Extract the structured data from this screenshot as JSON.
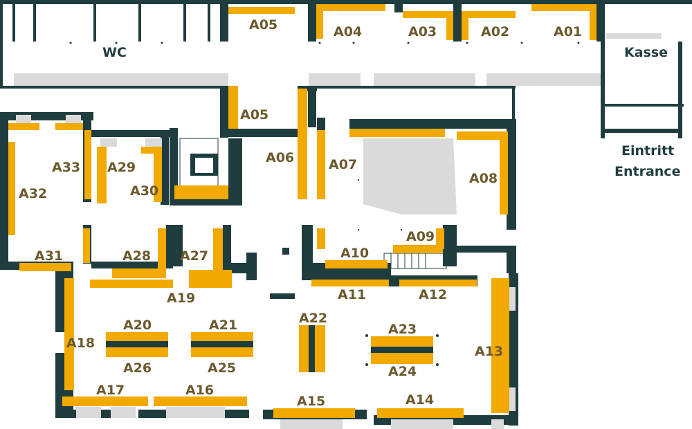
{
  "map": {
    "colors": {
      "wall": "#1f3d3f",
      "booth": "#f2a900",
      "floor": "#ffffff",
      "panel": "#dadada",
      "booth_label": "#6b5a2e",
      "facility_label": "#1f3d3f"
    },
    "facilities": {
      "wc": "WC",
      "kasse": "Kasse",
      "entrance_de": "Eintritt",
      "entrance_en": "Entrance"
    },
    "booths": {
      "A01": "A01",
      "A02": "A02",
      "A03": "A03",
      "A04": "A04",
      "A05_top": "A05",
      "A05_side": "A05",
      "A06": "A06",
      "A07": "A07",
      "A08": "A08",
      "A09": "A09",
      "A10": "A10",
      "A11": "A11",
      "A12": "A12",
      "A13": "A13",
      "A14": "A14",
      "A15": "A15",
      "A16": "A16",
      "A17": "A17",
      "A18": "A18",
      "A19": "A19",
      "A20": "A20",
      "A21": "A21",
      "A22": "A22",
      "A23": "A23",
      "A24": "A24",
      "A25": "A25",
      "A26": "A26",
      "A27": "A27",
      "A28": "A28",
      "A29": "A29",
      "A30": "A30",
      "A31": "A31",
      "A32": "A32",
      "A33": "A33"
    }
  }
}
